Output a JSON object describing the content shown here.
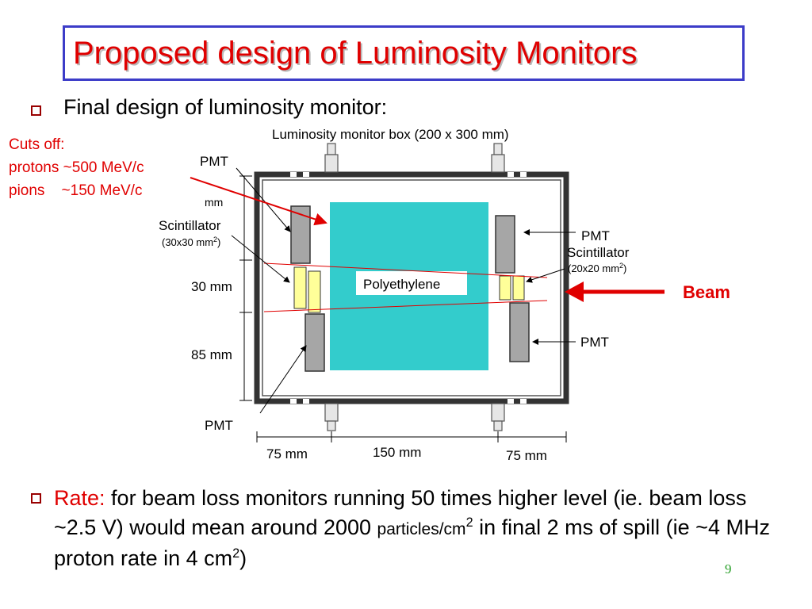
{
  "title": "Proposed design of Luminosity Monitors",
  "bullet1": "Final design of luminosity monitor:",
  "cuts_note": {
    "line1": "Cuts off:",
    "line2": "protons ~500 MeV/c",
    "line3": "pions    ~150 MeV/c"
  },
  "diagram": {
    "box_title": "Luminosity monitor box (200 x 300 mm)",
    "pmt_top_left": "PMT",
    "mm_left": "mm",
    "scintillator_left": "Scintillator",
    "scintillator_left_size": "(30x30 mm",
    "scintillator_left_size_close": ")",
    "dim_30": "30 mm",
    "dim_85": "85 mm",
    "pmt_bottom_left": "PMT",
    "polyethylene": "Polyethylene",
    "pmt_right_top": "PMT",
    "scintillator_right": "Scintillator",
    "scintillator_right_size": "(20x20 mm",
    "scintillator_right_size_close": ")",
    "pmt_right_bottom": "PMT",
    "beam": "Beam",
    "dim_75_left": "75 mm",
    "dim_150": "150 mm",
    "dim_75_right": "75 mm"
  },
  "bullet2": {
    "label": "Rate:",
    "text1": " for beam loss monitors running 50 times higher level (ie. beam loss ~2.5 V) would mean around 2000 ",
    "unit": "particles/cm",
    "sup1": "2",
    "text2": " in final 2 ms of spill  (ie ~4 MHz proton rate in 4 cm",
    "sup2": "2",
    "text3": ")"
  },
  "page_number": "9",
  "colors": {
    "title_red": "#e00000",
    "title_border": "#3c3cc8",
    "polyethylene_fill": "#33cccc",
    "scintillator_fill": "#ffff99",
    "pmt_fill": "#a6a6a6",
    "beam_arrow": "#e00000",
    "page_number": "#2aa02a"
  }
}
